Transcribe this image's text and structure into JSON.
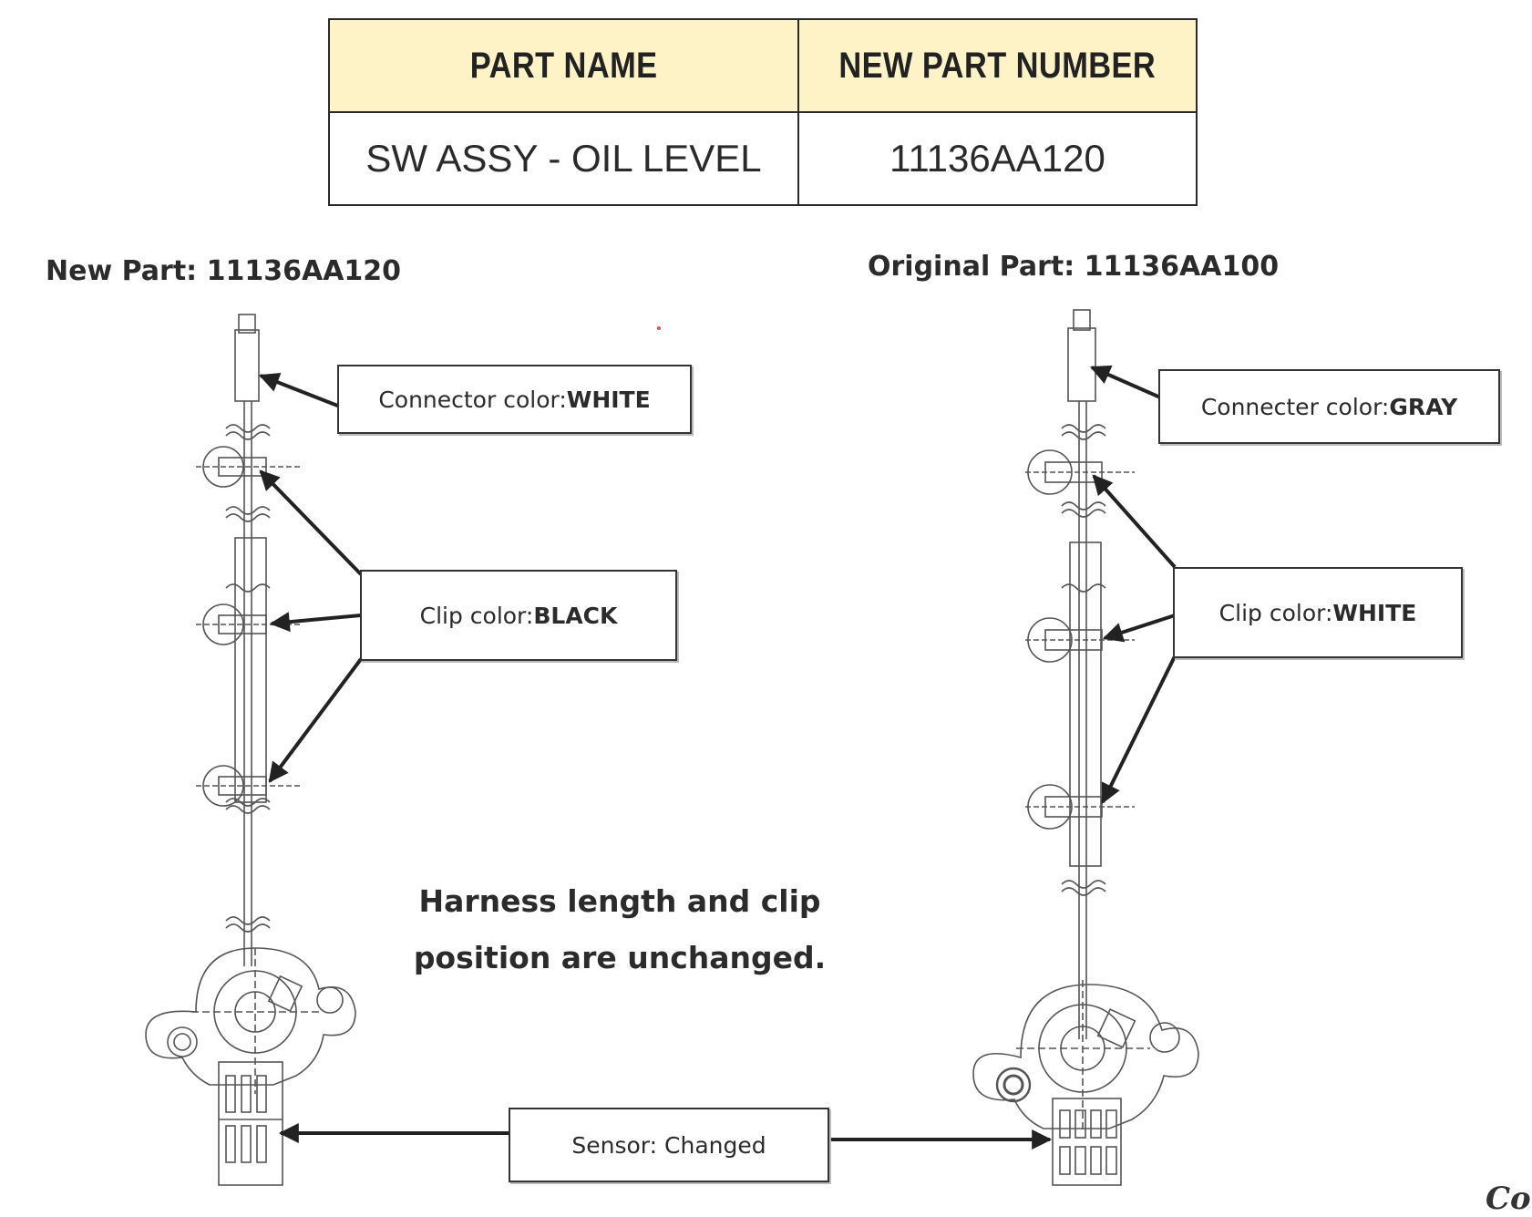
{
  "table": {
    "headers": [
      "PART NAME",
      "NEW PART NUMBER"
    ],
    "rows": [
      [
        "SW ASSY - OIL LEVEL",
        "11136AA120"
      ]
    ],
    "header_bg": "#fdf3c7"
  },
  "new_part": {
    "title": "New Part: 11136AA120",
    "connector_label": "Connector color: ",
    "connector_value": "WHITE",
    "clip_label": "Clip color: ",
    "clip_value": "BLACK"
  },
  "original_part": {
    "title": "Original Part: 11136AA100",
    "connector_label": "Connecter color: ",
    "connector_value": "GRAY",
    "clip_label": "Clip color: ",
    "clip_value": "WHITE"
  },
  "sensor_label": "Sensor: Changed",
  "note": {
    "line1": "Harness length and clip",
    "line2": "position are unchanged."
  },
  "corner_text": "Co"
}
